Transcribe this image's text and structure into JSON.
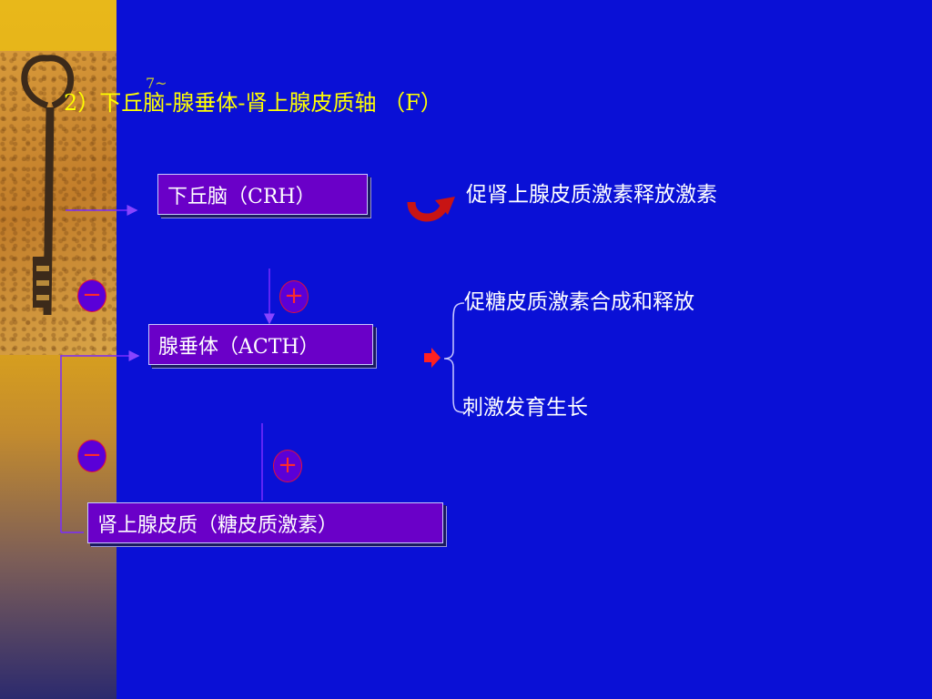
{
  "slide": {
    "title": "2）下丘脑-腺垂体-肾上腺皮质轴 （F）",
    "corner_mark": "7~"
  },
  "nodes": {
    "hypothalamus": "下丘脑（CRH）",
    "pituitary": "腺垂体（ACTH）",
    "adrenal_cortex": "肾上腺皮质（糖皮质激素）"
  },
  "signs": {
    "feedback_1": "−",
    "feedback_2": "−",
    "stimulate_1": "+",
    "stimulate_2": "+"
  },
  "effects": {
    "crh_effect": "促肾上腺皮质激素释放激素",
    "acth_effect_1": "促糖皮质激素合成和释放",
    "acth_effect_2": "刺激发育生长"
  },
  "colors": {
    "background": "#0a10d6",
    "node_fill": "#6a00c8",
    "title_text": "#ffff00",
    "sign_text": "#ff2a2a",
    "arrow_red": "#d01010"
  },
  "icons": {
    "curved_arrow": "curved-arrow-icon",
    "right_arrow": "right-arrow-icon",
    "decoration": "antique-key-icon"
  }
}
